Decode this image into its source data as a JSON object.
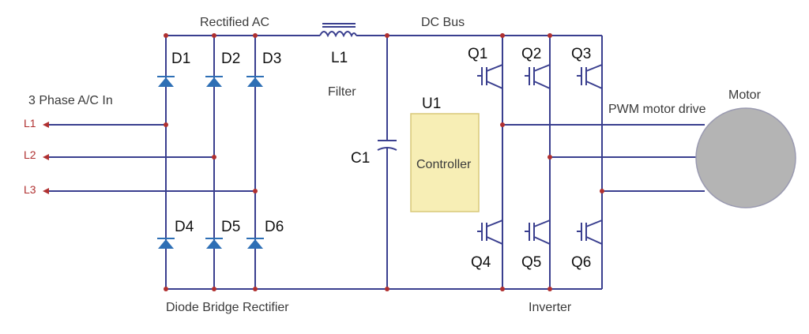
{
  "labels": {
    "rectified_ac": "Rectified AC",
    "dc_bus": "DC Bus",
    "three_phase_in": "3 Phase A/C In",
    "filter": "Filter",
    "motor": "Motor",
    "pwm_motor_drive": "PWM motor drive",
    "diode_bridge_rectifier": "Diode Bridge Rectifier",
    "inverter": "Inverter",
    "controller_ref": "U1",
    "controller": "Controller",
    "capacitor": "C1",
    "inductor": "L1"
  },
  "phases": [
    "L1",
    "L2",
    "L3"
  ],
  "diodes": [
    "D1",
    "D2",
    "D3",
    "D4",
    "D5",
    "D6"
  ],
  "transistors": [
    "Q1",
    "Q2",
    "Q3",
    "Q4",
    "Q5",
    "Q6"
  ],
  "colors": {
    "wire": "#3a3f8f",
    "junction": "#b03030",
    "diode": "#2e6fb5",
    "controller_fill": "#f7eeb5",
    "controller_border": "#d8c87a",
    "motor_fill": "#b4b4b4"
  }
}
